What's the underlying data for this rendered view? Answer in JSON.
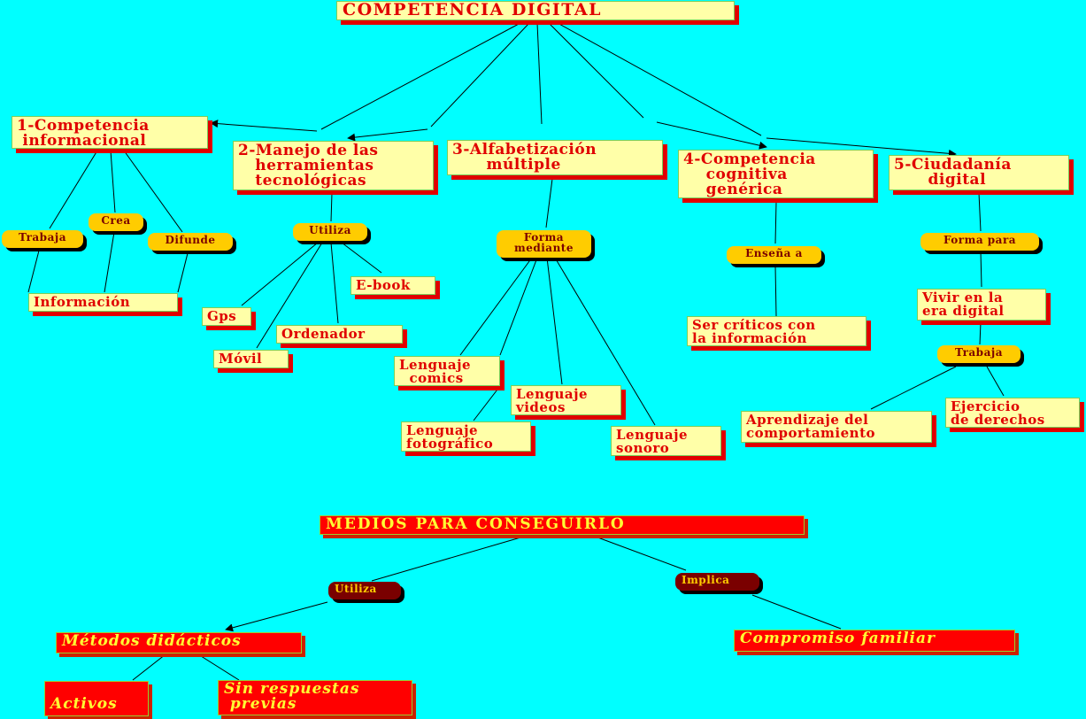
{
  "colors": {
    "background": "#00FFFF",
    "concept_fill": "#FFFFA8",
    "concept_text": "#E00000",
    "link_fill": "#FFCC00",
    "link_text": "#7A0000",
    "lower_fill": "#FF0000",
    "lower_text": "#FFFF33",
    "lower_link_fill": "#7A0000"
  },
  "map1": {
    "root": "COMPETENCIA DIGITAL",
    "branches": [
      {
        "title": "1-Competencia\n informacional",
        "links": [
          "Trabaja",
          "Crea",
          "Difunde"
        ],
        "targets": [
          "Información"
        ]
      },
      {
        "title": "2-Manejo de las\n   herramientas\n   tecnológicas",
        "links": [
          "Utiliza"
        ],
        "targets": [
          "E-book",
          "Gps",
          "Ordenador",
          "Móvil"
        ]
      },
      {
        "title": "3-Alfabetización\n      múltiple",
        "links": [
          "Forma\nmediante"
        ],
        "targets": [
          "Lenguaje\n  comics",
          "Lenguaje\nvideos",
          "Lenguaje\nfotográfico",
          "Lenguaje\nsonoro"
        ]
      },
      {
        "title": "4-Competencia\n    cognitiva\n    genérica",
        "links": [
          "Enseña a"
        ],
        "targets": [
          "Ser críticos con\nla información"
        ]
      },
      {
        "title": "5-Ciudadanía\n      digital",
        "links": [
          "Forma para",
          "Trabaja"
        ],
        "targets": [
          "Vivir en la\nera digital",
          "Aprendizaje del\ncomportamiento",
          "Ejercicio\nde derechos"
        ]
      }
    ]
  },
  "map2": {
    "root": "MEDIOS PARA CONSEGUIRLO",
    "links": [
      "Utiliza",
      "Implica"
    ],
    "nodes": [
      "Métodos didácticos",
      "Compromiso familiar",
      "Activos",
      "Sin respuestas\n previas"
    ]
  }
}
